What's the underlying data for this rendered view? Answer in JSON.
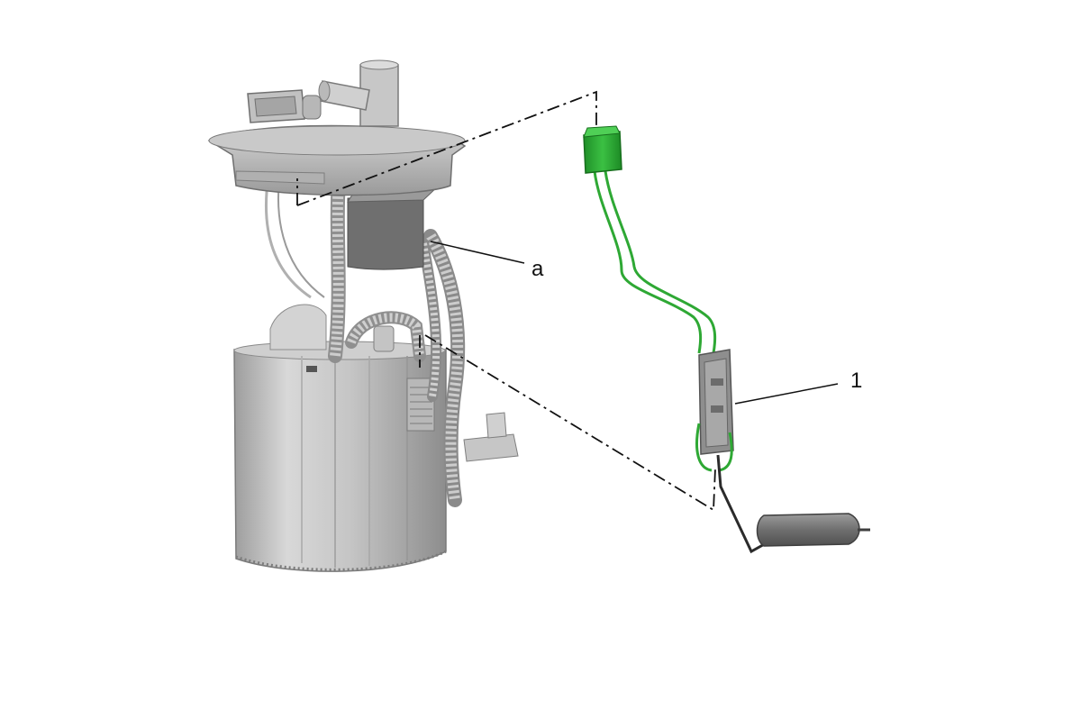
{
  "callouts": {
    "a": "a",
    "one": "1"
  },
  "colors": {
    "background": "#ffffff",
    "body": "#c9c9c9",
    "body_dark": "#8f8f8f",
    "body_edge": "#6e6e6e",
    "connector_green": "#2fb336",
    "wire_green": "#35b93a",
    "line": "#111111",
    "float": "#7a7a7a"
  },
  "icons": {
    "pump_module": "fuel-pump-module-illustration",
    "sender_unit": "fuel-level-sender-unit-illustration"
  }
}
